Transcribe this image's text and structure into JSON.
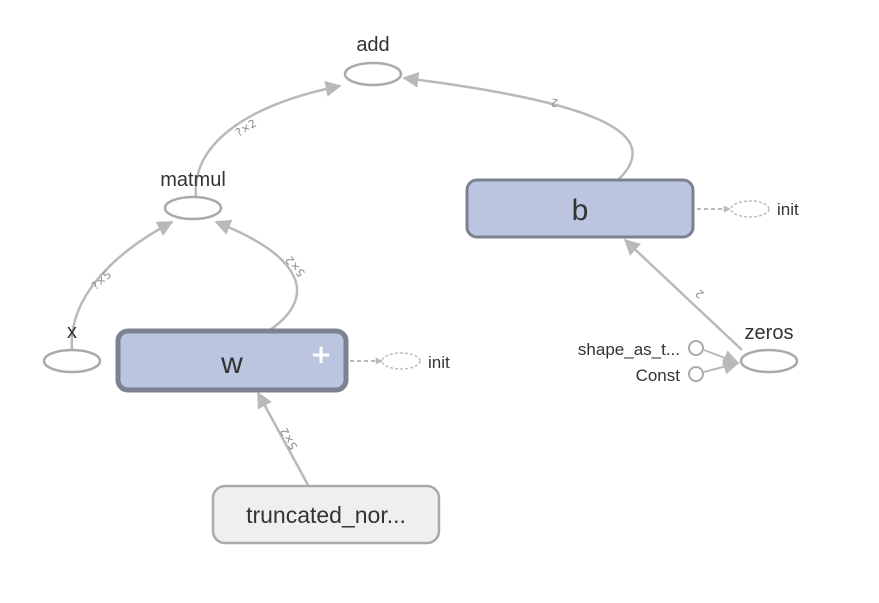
{
  "nodes": {
    "add": {
      "label": "add"
    },
    "matmul": {
      "label": "matmul"
    },
    "x": {
      "label": "x"
    },
    "w": {
      "label": "w",
      "expand_symbol": "+"
    },
    "b": {
      "label": "b"
    },
    "zeros": {
      "label": "zeros"
    },
    "shape": {
      "label": "shape_as_t..."
    },
    "const": {
      "label": "Const"
    },
    "truncated": {
      "label": "truncated_nor..."
    },
    "init_w": {
      "label": "init"
    },
    "init_b": {
      "label": "init"
    }
  },
  "edges": {
    "matmul_add": "?×2",
    "b_add": "2",
    "x_matmul": "?×5",
    "w_matmul": "5×2",
    "truncated_w": "5×2",
    "zeros_b": "2"
  },
  "colors": {
    "meta_fill": "#bcc5e0",
    "meta_stroke": "#7c8291",
    "edge": "#b9b9b9",
    "op_stroke": "#aaaaaa",
    "truncated_fill": "#efefef"
  }
}
